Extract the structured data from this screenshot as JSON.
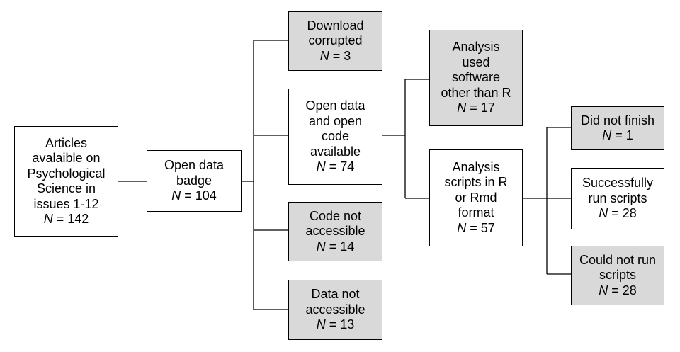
{
  "nodes": {
    "articles": {
      "lines": [
        "Articles",
        "avalaible on",
        "Psychological",
        "Science in",
        "issues 1-12"
      ],
      "n": "142",
      "fill": "white"
    },
    "badge": {
      "lines": [
        "Open data",
        "badge"
      ],
      "n": "104",
      "fill": "white"
    },
    "download": {
      "lines": [
        "Download",
        "corrupted"
      ],
      "n": "3",
      "fill": "gray"
    },
    "opendata": {
      "lines": [
        "Open data",
        "and open",
        "code",
        "available"
      ],
      "n": "74",
      "fill": "white"
    },
    "codena": {
      "lines": [
        "Code not",
        "accessible"
      ],
      "n": "14",
      "fill": "gray"
    },
    "datana": {
      "lines": [
        "Data not",
        "accessible"
      ],
      "n": "13",
      "fill": "gray"
    },
    "other": {
      "lines": [
        "Analysis",
        "used",
        "software",
        "other than R"
      ],
      "n": "17",
      "fill": "gray"
    },
    "rscripts": {
      "lines": [
        "Analysis",
        "scripts in R",
        "or Rmd",
        "format"
      ],
      "n": "57",
      "fill": "white"
    },
    "dnf": {
      "lines": [
        "Did not finish"
      ],
      "n": "1",
      "fill": "gray"
    },
    "success": {
      "lines": [
        "Successfully",
        "run scripts"
      ],
      "n": "28",
      "fill": "white"
    },
    "couldnot": {
      "lines": [
        "Could not run",
        "scripts"
      ],
      "n": "28",
      "fill": "gray"
    }
  },
  "n_symbol": "N",
  "n_prefix": " = ",
  "colors": {
    "gray_fill": "#d9d9d9",
    "white_fill": "#ffffff",
    "line": "#000000"
  }
}
